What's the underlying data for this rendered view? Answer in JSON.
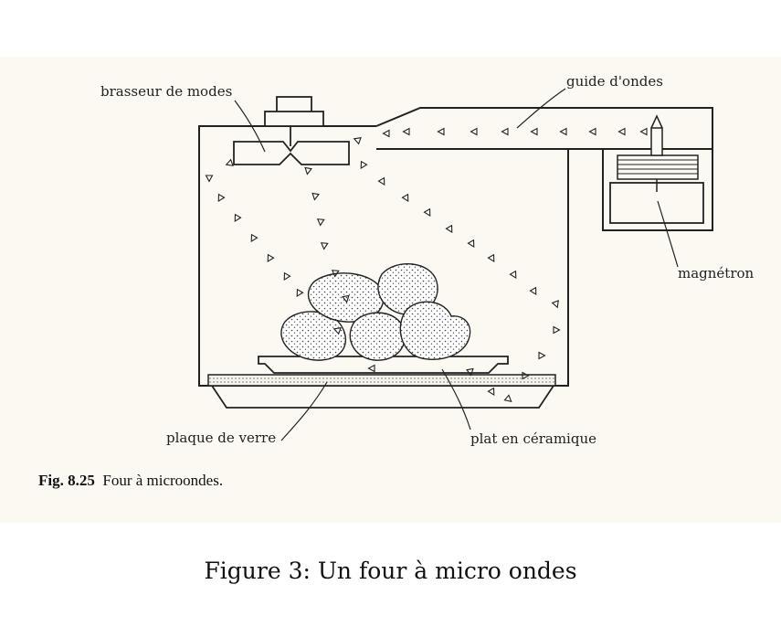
{
  "figure": {
    "labels": {
      "mode_stirrer": "brasseur de modes",
      "waveguide": "guide d'ondes",
      "magnetron": "magnétron",
      "glass_plate": "plaque de verre",
      "ceramic_dish": "plat en céramique"
    },
    "fig_number": "Fig. 8.25",
    "fig_title": "Four à microondes."
  },
  "caption": "Figure 3: Un four à micro ondes"
}
